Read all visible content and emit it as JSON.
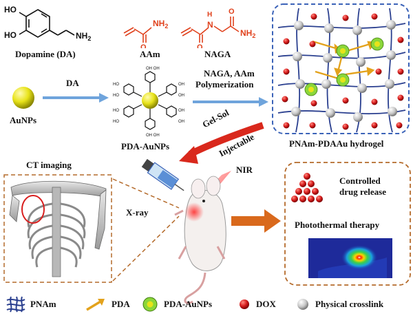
{
  "molecules": {
    "dopamine": {
      "label": "Dopamine (DA)",
      "ho_top": "HO",
      "ho_bottom": "HO",
      "nh2": "NH",
      "nh2_sub": "2"
    },
    "aam": {
      "label": "AAm",
      "nh2": "NH",
      "nh2_sub": "2",
      "o": "O"
    },
    "naga": {
      "label": "NAGA",
      "h": "H",
      "n": "N",
      "nh2": "NH",
      "nh2_sub": "2",
      "o": "O"
    }
  },
  "labels": {
    "aunps": "AuNPs",
    "da_arrow": "DA",
    "pda_aunps": "PDA-AuNPs",
    "polymerization_line1": "NAGA, AAm",
    "polymerization_line2": "Polymerization",
    "hydrogel": "PNAm-PDAAu hydrogel",
    "gel_sol": "Gel-Sol",
    "injectable": "Injectable",
    "ct_imaging": "CT imaging",
    "xray": "X-ray",
    "nir": "NIR",
    "controlled_line1": "Controlled",
    "controlled_line2": "drug release",
    "photothermal": "Photothermal therapy"
  },
  "legend": [
    {
      "icon": "pnam-network-icon",
      "label": "PNAm"
    },
    {
      "icon": "pda-arrow-icon",
      "label": "PDA"
    },
    {
      "icon": "pda-aunp-icon",
      "label": "PDA-AuNPs"
    },
    {
      "icon": "dox-icon",
      "label": "DOX"
    },
    {
      "icon": "physical-crosslink-icon",
      "label": "Physical crosslink"
    }
  ],
  "colors": {
    "gold": "#e8e31a",
    "dox_red": "#d81e1e",
    "orange_red": "#e0411c",
    "arrow_blue": "#6fa4dc",
    "arrow_red": "#d9281c",
    "arrow_orange": "#d9691c",
    "network_blue": "#2a3f8f",
    "dashed_blue": "#3a62b8",
    "dashed_orange": "#b46a2a",
    "pda_green": "#8bd63a"
  }
}
